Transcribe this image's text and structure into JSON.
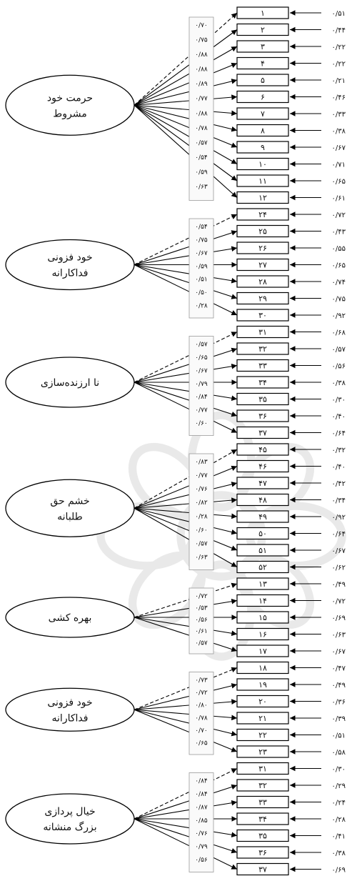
{
  "factors": [
    {
      "label_lines": [
        "حرمت خود",
        "مشروط"
      ],
      "items": [
        "۱",
        "۲",
        "۳",
        "۴",
        "۵",
        "۶",
        "۷",
        "۸",
        "۹",
        "۱۰",
        "۱۱",
        "۱۲"
      ],
      "loadings": [
        "۰/۷۰",
        "۰/۷۵",
        "۰/۸۸",
        "۰/۸۸",
        "۰/۸۹",
        "۰/۷۷",
        "۰/۸۸",
        "۰/۷۸",
        "۰/۵۷",
        "۰/۵۴",
        "۰/۵۹",
        "۰/۶۳"
      ],
      "errors": [
        "۰/۵۱",
        "۰/۴۴",
        "۰/۲۲",
        "۰/۲۲",
        "۰/۲۱",
        "۰/۴۶",
        "۰/۳۳",
        "۰/۳۸",
        "۰/۶۷",
        "۰/۷۱",
        "۰/۶۵",
        "۰/۶۱"
      ]
    },
    {
      "label_lines": [
        "خود فزونی",
        "فداکارانه"
      ],
      "items": [
        "۲۴",
        "۲۵",
        "۲۶",
        "۲۷",
        "۲۸",
        "۲۹",
        "۳۰"
      ],
      "loadings": [
        "۰/۵۴",
        "۰/۷۵",
        "۰/۶۷",
        "۰/۵۹",
        "۰/۵۱",
        "۰/۵۰",
        "۰/۲۸"
      ],
      "errors": [
        "۰/۷۲",
        "۰/۴۳",
        "۰/۵۵",
        "۰/۶۵",
        "۰/۷۴",
        "۰/۷۵",
        "۰/۹۲"
      ]
    },
    {
      "label_lines": [
        "نا ارزنده‌سازی"
      ],
      "items": [
        "۳۱",
        "۳۲",
        "۳۳",
        "۳۴",
        "۳۵",
        "۳۶",
        "۳۷"
      ],
      "loadings": [
        "۰/۵۷",
        "۰/۶۵",
        "۰/۶۷",
        "۰/۷۹",
        "۰/۸۴",
        "۰/۷۷",
        "۰/۶۰"
      ],
      "errors": [
        "۰/۶۸",
        "۰/۵۷",
        "۰/۵۶",
        "۰/۳۸",
        "۰/۳۰",
        "۰/۴۰",
        "۰/۶۴"
      ]
    },
    {
      "label_lines": [
        "خشم حق",
        "طلبانه"
      ],
      "items": [
        "۴۵",
        "۴۶",
        "۴۷",
        "۴۸",
        "۴۹",
        "۵۰",
        "۵۱",
        "۵۲"
      ],
      "loadings": [
        "۰/۸۳",
        "۰/۷۷",
        "۰/۷۶",
        "۰/۸۲",
        "۰/۲۸",
        "۰/۶۰",
        "۰/۵۷",
        "۰/۶۳"
      ],
      "errors": [
        "۰/۳۲",
        "۰/۴۰",
        "۰/۴۲",
        "۰/۳۴",
        "۰/۹۲",
        "۰/۶۴",
        "۰/۶۷",
        "۰/۶۲"
      ]
    },
    {
      "label_lines": [
        "بهره کشی"
      ],
      "items": [
        "۱۳",
        "۱۴",
        "۱۵",
        "۱۶",
        "۱۷"
      ],
      "loadings": [
        "۰/۷۲",
        "۰/۵۳",
        "۰/۵۶",
        "۰/۶۱",
        "۰/۵۷"
      ],
      "errors": [
        "۰/۴۹",
        "۰/۷۲",
        "۰/۶۹",
        "۰/۶۳",
        "۰/۶۷"
      ]
    },
    {
      "label_lines": [
        "خود فزونی",
        "فداکارانه"
      ],
      "items": [
        "۱۸",
        "۱۹",
        "۲۰",
        "۲۱",
        "۲۲",
        "۲۳"
      ],
      "loadings": [
        "۰/۷۳",
        "۰/۷۲",
        "۰/۸۰",
        "۰/۷۸",
        "۰/۷۰",
        "۰/۶۵"
      ],
      "errors": [
        "۰/۴۷",
        "۰/۴۹",
        "۰/۳۶",
        "۰/۳۹",
        "۰/۵۱",
        "۰/۵۸"
      ]
    },
    {
      "label_lines": [
        "خیال پردازی",
        "بزرگ منشانه"
      ],
      "items": [
        "۳۱",
        "۳۲",
        "۳۳",
        "۳۴",
        "۳۵",
        "۳۶",
        "۳۷"
      ],
      "loadings": [
        "۰/۸۴",
        "۰/۸۴",
        "۰/۸۷",
        "۰/۸۵",
        "۰/۷۶",
        "۰/۷۹",
        "۰/۵۶"
      ],
      "errors": [
        "۰/۳۰",
        "۰/۲۹",
        "۰/۲۴",
        "۰/۲۸",
        "۰/۴۱",
        "۰/۳۸",
        "۰/۶۹"
      ]
    }
  ]
}
